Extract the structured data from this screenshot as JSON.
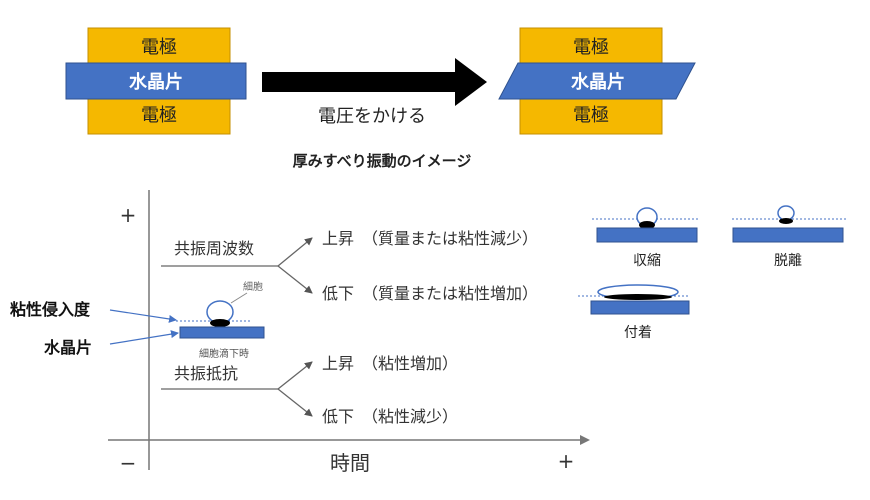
{
  "colors": {
    "electrode": "#f5b800",
    "crystal": "#4472c4",
    "crystal_stroke": "#2f528f",
    "arrow": "#000000",
    "axis": "#555555",
    "line": "#666666",
    "surface_dotted": "#4472c4",
    "cell_fill": "#000000"
  },
  "top": {
    "left_stack": {
      "electrode_top": "電極",
      "crystal": "水晶片",
      "electrode_bottom": "電極"
    },
    "arrow_label": "電圧をかける",
    "right_stack": {
      "electrode_top": "電極",
      "crystal": "水晶片",
      "electrode_bottom": "電極"
    },
    "caption": "厚みすべり振動のイメージ"
  },
  "graph": {
    "y_plus": "+",
    "y_minus": "−",
    "x_plus": "+",
    "x_label": "時間",
    "left_labels": {
      "penetration": "粘性侵入度",
      "crystal": "水晶片"
    },
    "cell_label": "細胞",
    "drop_caption": "細胞滴下時",
    "frequency": {
      "label": "共振周波数",
      "up": "上昇　（質量または粘性減少）",
      "down": "低下　（質量または粘性増加）"
    },
    "resistance": {
      "label": "共振抵抗",
      "up": "上昇　（粘性増加）",
      "down": "低下　（粘性減少）"
    }
  },
  "states": {
    "contraction": "収縮",
    "detachment": "脱離",
    "adhesion": "付着"
  }
}
